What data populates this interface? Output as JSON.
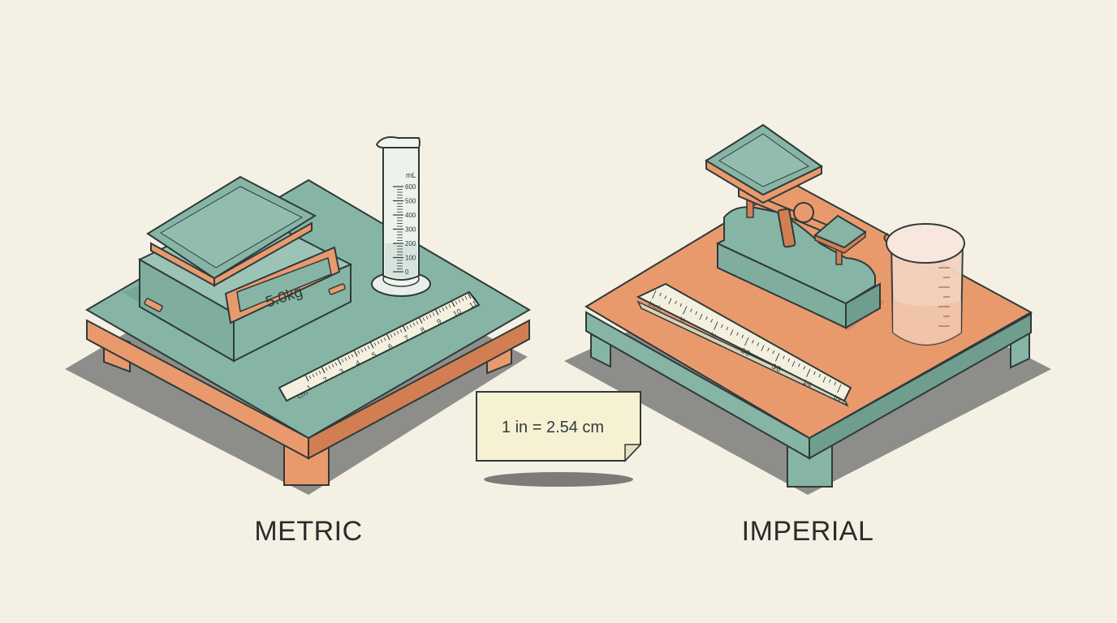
{
  "metric": {
    "label": "METRIC",
    "scale_display": "5.0kg",
    "cylinder_unit": "mL",
    "cylinder_ticks": [
      "600",
      "500",
      "400",
      "300",
      "200",
      "100",
      "0"
    ],
    "ruler_unit": "cm",
    "ruler_numbers": [
      "1",
      "2",
      "3",
      "4",
      "5",
      "6",
      "7",
      "8",
      "9",
      "10",
      "11"
    ]
  },
  "imperial": {
    "label": "IMPERIAL",
    "ruler_labels": [
      "Inch",
      "½",
      "¼",
      "3⁄8",
      "3⁄8",
      "1⁄4",
      "Inch"
    ]
  },
  "conversion_note": "1 in = 2.54 cm",
  "colors": {
    "background": "#f4f1e4",
    "teal": "#86b5a6",
    "teal_dark": "#6f9e8f",
    "orange": "#e99a6d",
    "orange_dark": "#d17f52",
    "outline": "#2f3a3a",
    "paper": "#f7f1d4"
  }
}
